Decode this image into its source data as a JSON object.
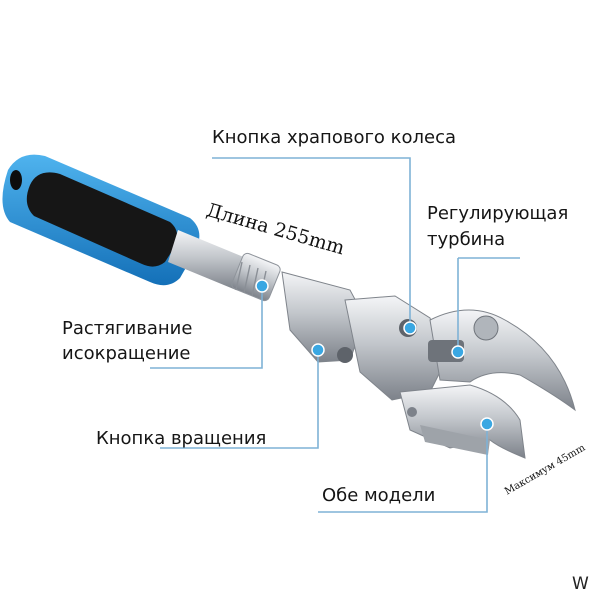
{
  "labels": {
    "ratchet_button": "Кнопка храпового колеса",
    "adjusting_turbine_line1": "Регулирующая",
    "adjusting_turbine_line2": "турбина",
    "extend_line1": "Растягивание",
    "extend_line2": "исокращение",
    "rotate_button": "Кнопка вращения",
    "both_models": "Обе модели",
    "length": "Длина 255mm",
    "max_opening": "Максимум 45mm",
    "corner_mark": "W"
  },
  "colors": {
    "handle_blue": "#1f8fd6",
    "handle_black": "#151515",
    "callout_line": "#7fb2d6",
    "callout_dot": "#3aa7e2",
    "steel": "#c9ccd1"
  }
}
